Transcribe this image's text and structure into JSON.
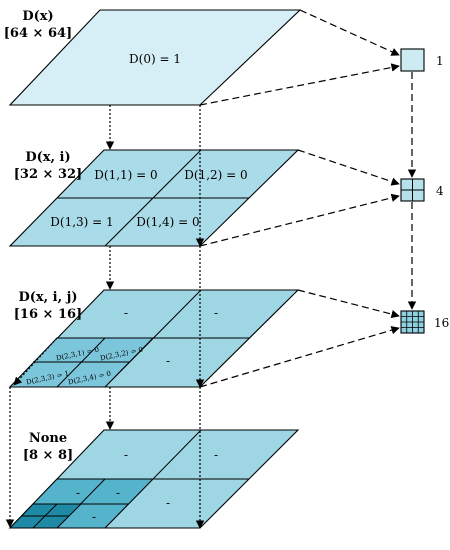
{
  "colors": {
    "level0": "#d6eef5",
    "level1": "#a9dbe8",
    "level2": "#9ed6e4",
    "level3": "#9ed6e4",
    "sub_light": "#7cc6db",
    "sub_mid": "#55b3cc",
    "sub_dark": "#1f8aa6",
    "box0": "#cdebf3",
    "box1": "#b5e0ec",
    "box2": "#8fd0e0"
  },
  "levels": [
    {
      "name": "D(x)",
      "size": "[64 × 64]",
      "cells": [
        "D(0) = 1"
      ],
      "count": "1"
    },
    {
      "name": "D(x, i)",
      "size": "[32 × 32]",
      "cells": [
        "D(1,1) = 0",
        "D(1,2) = 0",
        "D(1,3) = 1",
        "D(1,4) = 0"
      ],
      "count": "4"
    },
    {
      "name": "D(x, i, j)",
      "size": "[16 × 16]",
      "cells": [
        "-",
        "-",
        "-"
      ],
      "subcells": [
        "D(2,3,1) = 0",
        "D(2,3,2) = 0",
        "D(2,3,3) = 1",
        "D(2,3,4) = 0"
      ],
      "count": "16"
    },
    {
      "name": "None",
      "size": "[8 × 8]",
      "cells": [
        "-",
        "-",
        "-"
      ],
      "subcells": [
        "-",
        "-",
        "-"
      ]
    }
  ]
}
